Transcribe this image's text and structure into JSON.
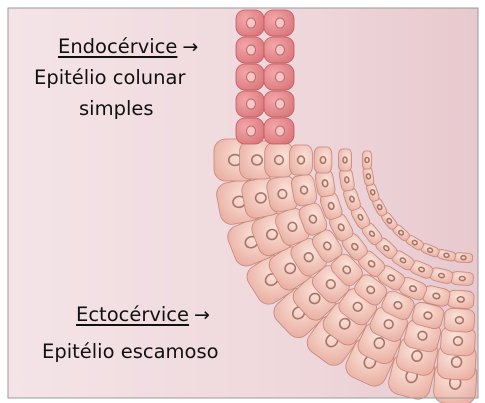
{
  "labels": {
    "endocervix": {
      "term": "Endocérvice",
      "arrow": "→",
      "desc_line1": "Epitélio colunar",
      "desc_line2": "simples"
    },
    "ectocervix": {
      "term": "Ectocérvice",
      "arrow": "→",
      "desc": "Epitélio escamoso"
    }
  },
  "colors": {
    "background": "#f1dde0",
    "columnar_cell": "#e88f93",
    "columnar_nucleus": "#f6c7c4",
    "squamous_cell": "#f2c5b9",
    "squamous_nucleus": "#a87468",
    "squamous_cell_outline": "#c4867b"
  }
}
